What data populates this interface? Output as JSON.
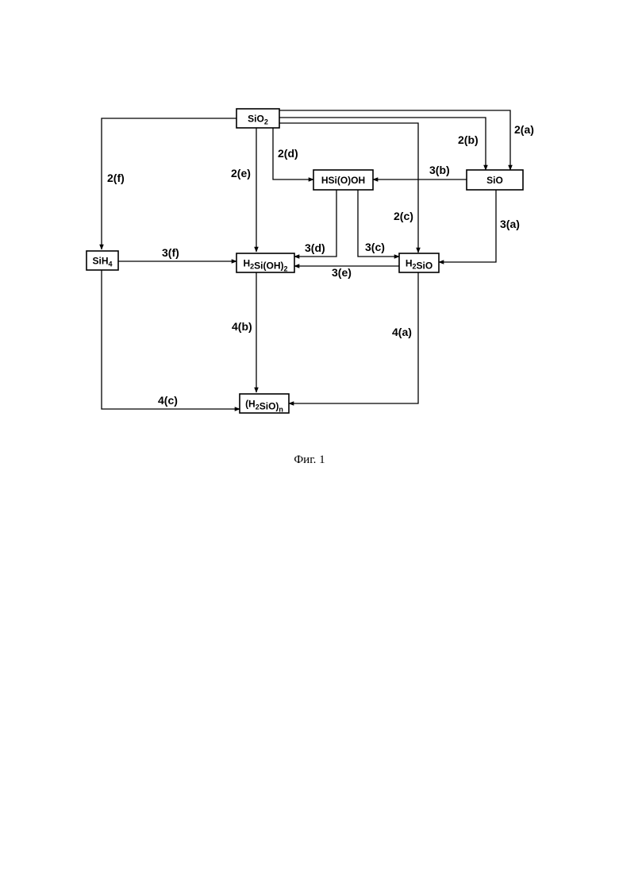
{
  "caption": "Фиг. 1",
  "nodes": {
    "sio2": {
      "parts": [
        {
          "t": "SiO"
        },
        {
          "t": "2",
          "sub": true
        }
      ]
    },
    "sio": {
      "parts": [
        {
          "t": "SiO"
        }
      ]
    },
    "hsiooh": {
      "parts": [
        {
          "t": "HSi(O)OH"
        }
      ]
    },
    "sih4": {
      "parts": [
        {
          "t": "SiH"
        },
        {
          "t": "4",
          "sub": true
        }
      ]
    },
    "h2sioh2": {
      "parts": [
        {
          "t": "H"
        },
        {
          "t": "2",
          "sub": true
        },
        {
          "t": "Si(OH)"
        },
        {
          "t": "2",
          "sub": true
        }
      ]
    },
    "h2sio": {
      "parts": [
        {
          "t": "H"
        },
        {
          "t": "2",
          "sub": true
        },
        {
          "t": "SiO"
        }
      ]
    },
    "polymer": {
      "parts": [
        {
          "t": "(H"
        },
        {
          "t": "2",
          "sub": true
        },
        {
          "t": "SiO)"
        },
        {
          "t": "n",
          "sub": true
        }
      ]
    }
  },
  "edges": {
    "e2a": "2(a)",
    "e2b": "2(b)",
    "e2c": "2(c)",
    "e2d": "2(d)",
    "e2e": "2(e)",
    "e2f": "2(f)",
    "e3a": "3(a)",
    "e3b": "3(b)",
    "e3c": "3(c)",
    "e3d": "3(d)",
    "e3e": "3(e)",
    "e3f": "3(f)",
    "e4a": "4(a)",
    "e4b": "4(b)",
    "e4c": "4(c)"
  }
}
